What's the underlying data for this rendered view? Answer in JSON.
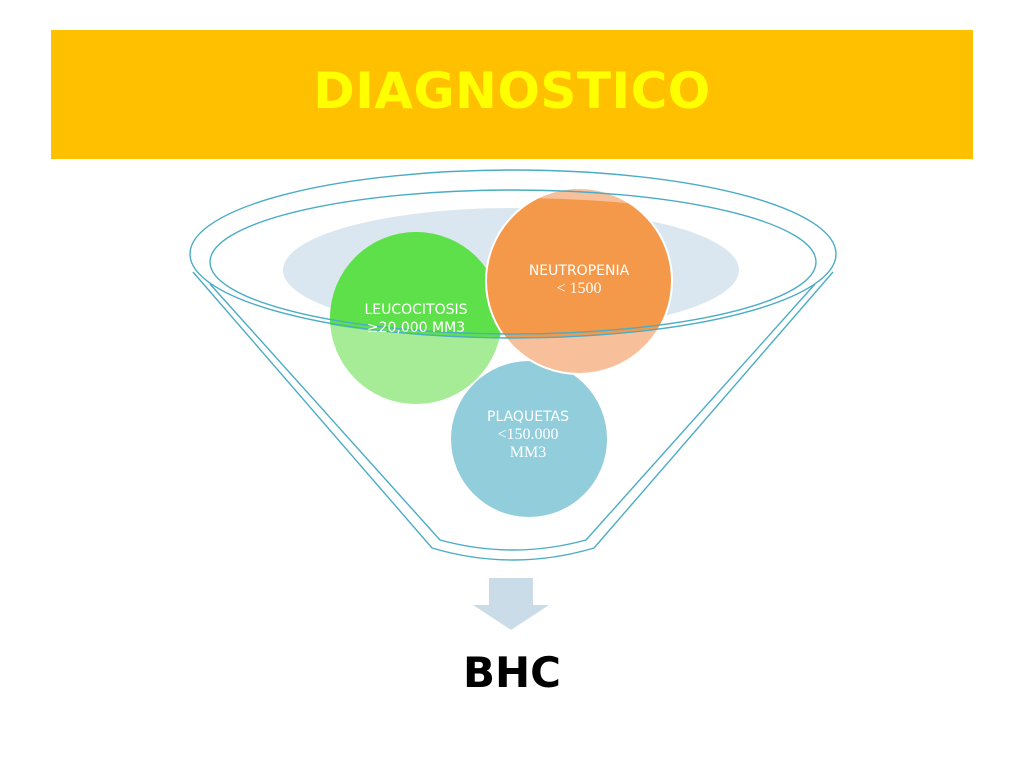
{
  "title": "DIAGNOSTICO",
  "colors": {
    "title_bar": "#ffc000",
    "title_text": "#ffff00",
    "funnel_outline": "#4bacc6",
    "inner_ellipse": "#dbe7f0",
    "leucocitosis": "#5ee04a",
    "neutropenia": "#f4984a",
    "plaquetas": "#92cddc",
    "arrow": "#c9dce8"
  },
  "nodes": {
    "leucocitosis": {
      "line1": "LEUCOCITOSIS",
      "line2": "≥20,000 MM3"
    },
    "neutropenia": {
      "line1": "NEUTROPENIA",
      "line2": "< 1500"
    },
    "plaquetas": {
      "line1": "PLAQUETAS",
      "line2": "<150.000",
      "line3": "MM3"
    }
  },
  "result": "BHC"
}
